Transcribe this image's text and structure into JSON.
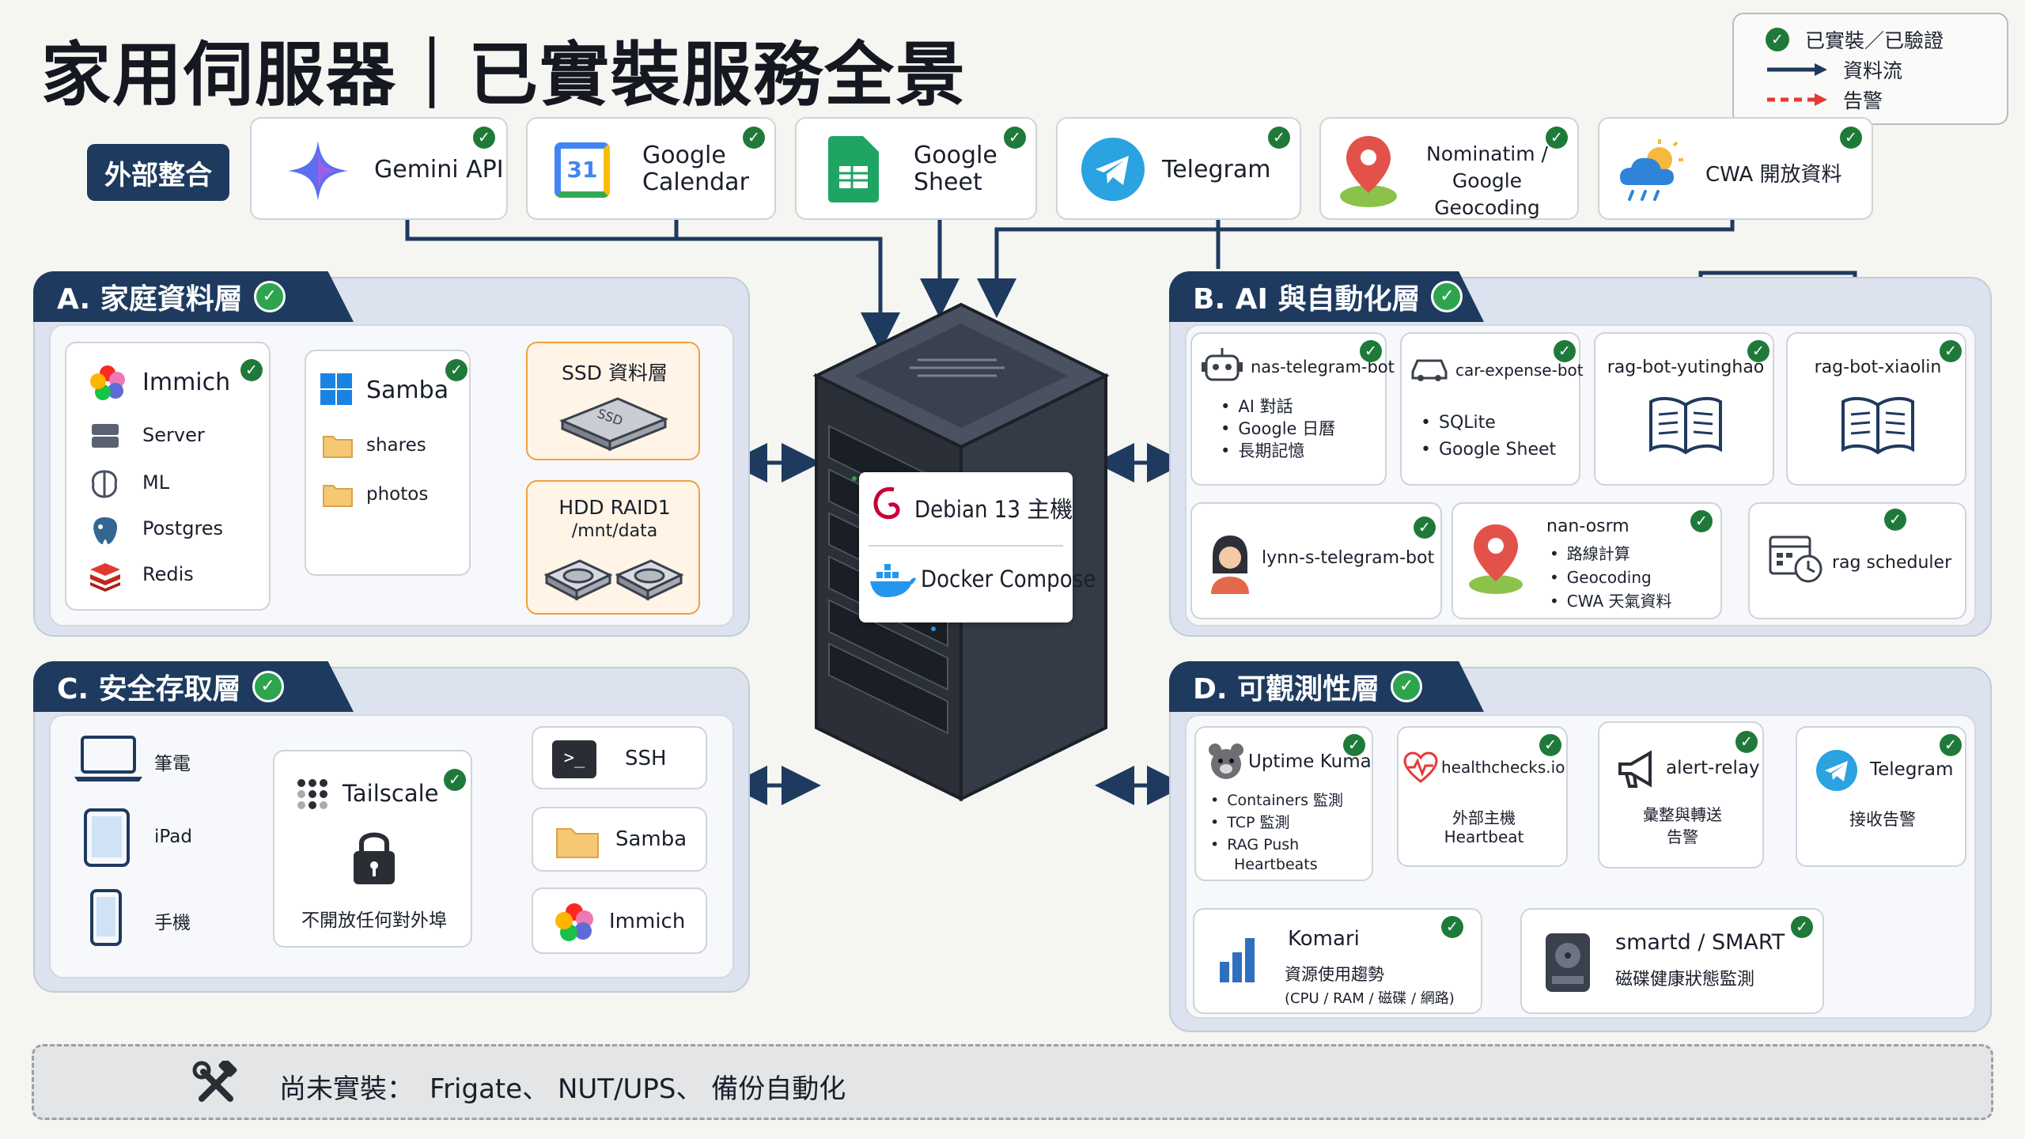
{
  "title": "家用伺服器｜已實裝服務全景",
  "legend": {
    "verified": "已實裝／已驗證",
    "data_flow": "資料流",
    "alert": "告警"
  },
  "colors": {
    "navy": "#1e3a5f",
    "check": "#1f7a3a",
    "alert": "#e53935",
    "orange": "#f0a040"
  },
  "external": {
    "label": "外部整合",
    "items": [
      {
        "name": "Gemini API",
        "icon": "gemini-icon"
      },
      {
        "name": "Google Calendar",
        "icon": "google-calendar-icon",
        "badge": "31"
      },
      {
        "name": "Google Sheet",
        "icon": "google-sheet-icon"
      },
      {
        "name": "Telegram",
        "icon": "telegram-icon"
      },
      {
        "name": "Nominatim / Google Geocoding",
        "icon": "map-pin-icon"
      },
      {
        "name": "CWA 開放資料",
        "icon": "weather-icon"
      }
    ]
  },
  "server": {
    "os": "Debian 13 主機",
    "runtime": "Docker Compose"
  },
  "section_a": {
    "title": "A. 家庭資料層",
    "immich": {
      "name": "Immich",
      "items": [
        "Server",
        "ML",
        "Postgres",
        "Redis"
      ]
    },
    "samba": {
      "name": "Samba",
      "items": [
        "shares",
        "photos"
      ]
    },
    "ssd": {
      "title": "SSD 資料層",
      "chip_label": "SSD"
    },
    "hdd": {
      "title": "HDD RAID1",
      "path": "/mnt/data"
    }
  },
  "section_b": {
    "title": "B. AI 與自動化層",
    "bots": [
      {
        "name": "nas-telegram-bot",
        "items": [
          "AI 對話",
          "Google 日曆",
          "長期記憶"
        ]
      },
      {
        "name": "car-expense-bot",
        "items": [
          "SQLite",
          "Google Sheet"
        ]
      },
      {
        "name": "rag-bot-yutinghao"
      },
      {
        "name": "rag-bot-xiaolin"
      },
      {
        "name": "lynn-s-telegram-bot"
      },
      {
        "name": "nan-osrm",
        "items": [
          "路線計算",
          "Geocoding",
          "CWA 天氣資料"
        ]
      },
      {
        "name": "rag scheduler"
      }
    ]
  },
  "section_c": {
    "title": "C. 安全存取層",
    "devices": [
      "筆電",
      "iPad",
      "手機"
    ],
    "tailscale": {
      "name": "Tailscale",
      "note": "不開放任何對外埠"
    },
    "targets": [
      "SSH",
      "Samba",
      "Immich"
    ]
  },
  "section_d": {
    "title": "D. 可觀測性層",
    "uptime": {
      "name": "Uptime Kuma",
      "items": [
        "Containers 監測",
        "TCP 監測",
        "RAG Push"
      ],
      "extra": "Heartbeats"
    },
    "healthchecks": {
      "name": "healthchecks.io",
      "line1": "外部主機",
      "line2": "Heartbeat"
    },
    "alert_relay": {
      "name": "alert-relay",
      "line1": "彙整與轉送",
      "line2": "告警"
    },
    "telegram": {
      "name": "Telegram",
      "line1": "接收告警"
    },
    "komari": {
      "name": "Komari",
      "line1": "資源使用趨勢",
      "line2": "(CPU / RAM / 磁碟 / 網路)"
    },
    "smartd": {
      "name": "smartd / SMART",
      "line1": "磁碟健康狀態監測"
    }
  },
  "pending": {
    "label": "尚未實裝：",
    "items": "Frigate、 NUT/UPS、 備份自動化"
  }
}
